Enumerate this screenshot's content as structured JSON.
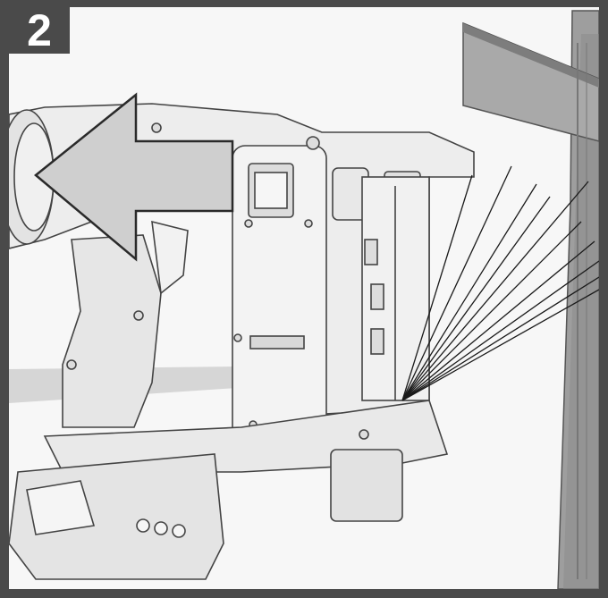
{
  "figure": {
    "step_number": "2",
    "colors": {
      "frame": "#4a4a4a",
      "arrow_fill": "#c9c9c9",
      "wood": "#9a9a9a",
      "tool_outline": "#444444",
      "tool_fill": "#eeeeee"
    },
    "icons": [
      "direction-arrow-icon",
      "nailer-tool",
      "wooden-beam",
      "strike-lines"
    ]
  }
}
